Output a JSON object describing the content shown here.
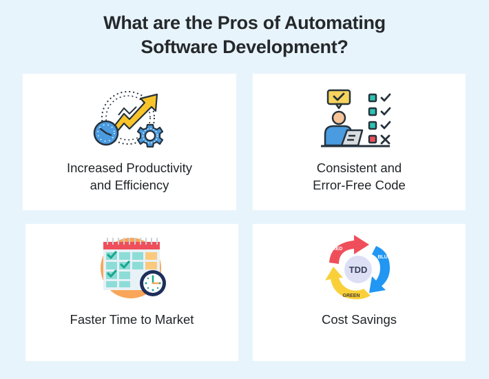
{
  "page": {
    "title_line1": "What are the Pros of Automating",
    "title_line2": "Software Development?"
  },
  "cards": [
    {
      "icon": "productivity-growth-icon",
      "label_line1": "Increased Productivity",
      "label_line2": "and Efficiency"
    },
    {
      "icon": "checklist-review-icon",
      "label_line1": "Consistent and",
      "label_line2": "Error-Free Code"
    },
    {
      "icon": "calendar-clock-icon",
      "label_line1": "Faster Time to Market",
      "label_line2": ""
    },
    {
      "icon": "tdd-cycle-icon",
      "label_line1": "Cost Savings",
      "label_line2": "",
      "cycle_labels": {
        "center": "TDD",
        "red": "RED",
        "blue": "BLUE",
        "green": "GREEN"
      }
    }
  ],
  "colors": {
    "background": "#e8f4fc",
    "card": "#ffffff",
    "title": "#25292c",
    "yellow": "#f9c42a",
    "blue": "#4a9be0",
    "teal": "#2fc2b0",
    "red": "#ef4f5a",
    "orange": "#f9a65a",
    "tdd_blue": "#2196f3",
    "tdd_circle": "#dde0f5"
  }
}
